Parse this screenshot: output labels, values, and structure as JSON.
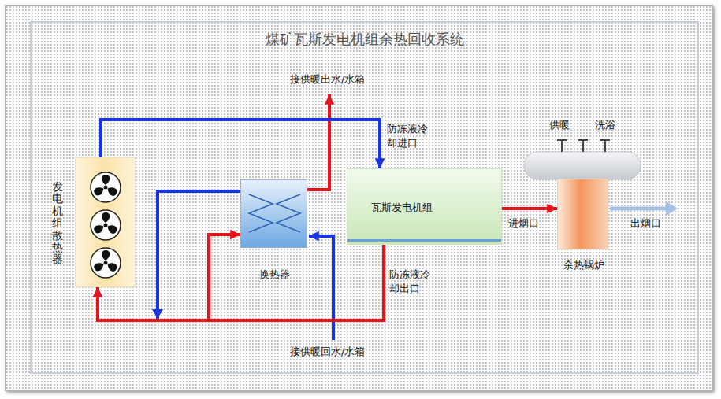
{
  "diagram": {
    "title": "煤矿瓦斯发电机组余热回收系统",
    "nodes": [
      {
        "text": [
          "发电机组散热器"
        ]
      },
      {
        "text": [
          "换热器"
        ]
      },
      {
        "text": [
          "瓦斯发电机组"
        ]
      },
      {
        "text": [
          "余热锅炉"
        ]
      }
    ],
    "edges": [
      {
        "from": 0,
        "to": 2,
        "arrow": "to"
      },
      {
        "from": 2,
        "to": 0,
        "arrow": "to"
      },
      {
        "from": 2,
        "to": 1,
        "arrow": "to"
      },
      {
        "from": 1,
        "to": 0,
        "arrow": "to"
      },
      {
        "from": 2,
        "to": 3,
        "arrow": "to"
      }
    ],
    "labels": [
      "接供暖出水/水箱",
      "防冻液冷却进口",
      "防冻液冷却出口",
      "接供暖回水/水箱",
      "进烟口",
      "出烟口",
      "供暖",
      "洗浴"
    ]
  }
}
